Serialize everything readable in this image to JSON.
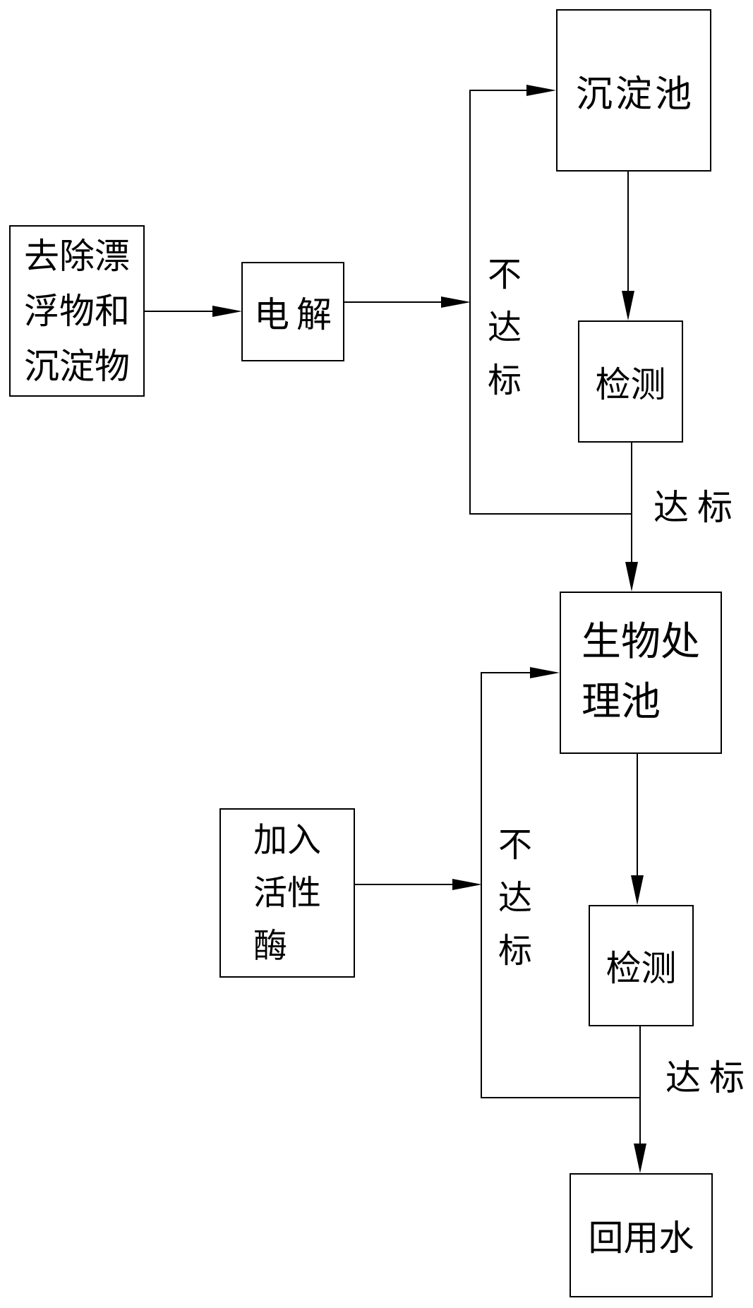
{
  "diagram": {
    "background_color": "#ffffff",
    "line_color": "#000000",
    "nodes": {
      "pretreatment": {
        "label": "去除漂浮物和沉淀物"
      },
      "electrolysis": {
        "label": "电解"
      },
      "sedimentation_tank": {
        "label": "沉淀池"
      },
      "inspection_1": {
        "label": "检测"
      },
      "bio_treatment_tank": {
        "label": "生物处理池"
      },
      "add_active_enzyme": {
        "label": "加入活性酶"
      },
      "inspection_2": {
        "label": "检测"
      },
      "reuse_water": {
        "label": "回用水"
      }
    },
    "edge_labels": {
      "not_up_to_standard_1": "不达标",
      "up_to_standard_1": "达标",
      "not_up_to_standard_2": "不达标",
      "up_to_standard_2": "达标"
    }
  }
}
